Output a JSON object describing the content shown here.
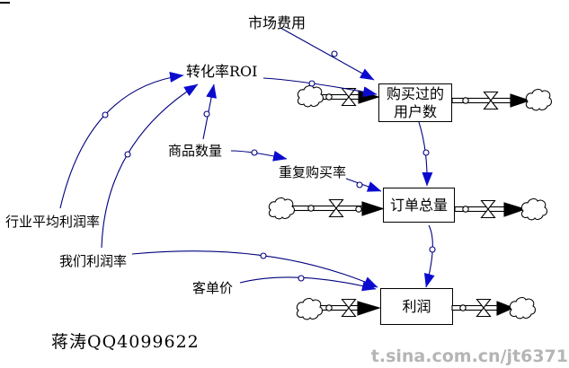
{
  "variables": {
    "market_cost": "市场费用",
    "conversion_roi": "转化率ROI",
    "goods_count": "商品数量",
    "repeat_purchase_rate": "重复购买率",
    "industry_avg_profit_rate": "行业平均利润率",
    "our_profit_rate": "我们利润率",
    "order_price": "客单价"
  },
  "stocks": {
    "purchased_users_line1": "购买过的",
    "purchased_users_line2": "用户数",
    "total_orders": "订单总量",
    "profit": "利润"
  },
  "flows": [
    {
      "stock": "purchased_users",
      "inflow_from": "cloud-source",
      "outflow_to": "cloud-sink"
    },
    {
      "stock": "total_orders",
      "inflow_from": "cloud-source",
      "outflow_to": "cloud-sink"
    },
    {
      "stock": "profit",
      "inflow_from": "cloud-source",
      "outflow_to": "cloud-sink"
    }
  ],
  "connections": [
    {
      "from": "market_cost",
      "to": "purchased_users_inflow"
    },
    {
      "from": "conversion_roi",
      "to": "purchased_users_inflow"
    },
    {
      "from": "goods_count",
      "to": "conversion_roi"
    },
    {
      "from": "industry_avg_profit_rate",
      "to": "conversion_roi"
    },
    {
      "from": "our_profit_rate",
      "to": "conversion_roi"
    },
    {
      "from": "goods_count",
      "to": "repeat_purchase_rate"
    },
    {
      "from": "repeat_purchase_rate",
      "to": "total_orders_inflow"
    },
    {
      "from": "purchased_users",
      "to": "total_orders"
    },
    {
      "from": "total_orders",
      "to": "profit"
    },
    {
      "from": "our_profit_rate",
      "to": "profit"
    },
    {
      "from": "order_price",
      "to": "profit"
    }
  ],
  "footer": {
    "signature": "蒋涛QQ4099622",
    "watermark": "t.sina.com.cn/jt6371"
  },
  "colors": {
    "connector": "#00007f",
    "arrowhead": "#0b0bcf",
    "flow": "#000000",
    "background": "#ffffff",
    "watermark": "#b5b5b5"
  }
}
